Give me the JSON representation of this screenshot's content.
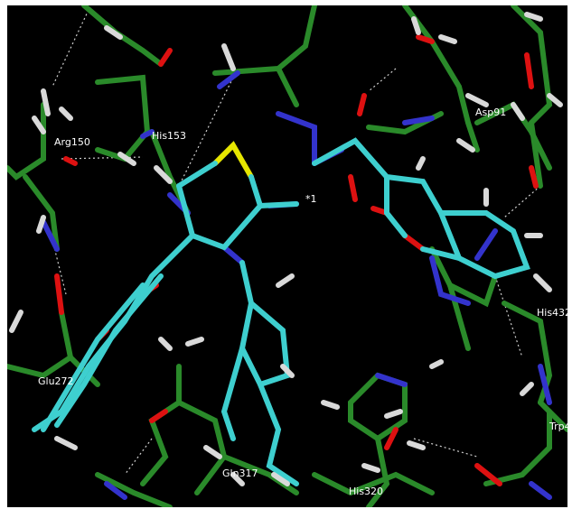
{
  "labels": {
    "arg150": "Arg150",
    "his153": "His153",
    "asp91": "Asp91",
    "star1": "*1",
    "his432": "His432",
    "glu272": "Glu272",
    "gln317": "Gln317",
    "his320": "His320",
    "trp": "Trp4"
  },
  "colors": {
    "background": "#000000",
    "carbon_protein": "#2a8a2a",
    "carbon_ligand": "#3ecfcf",
    "nitrogen": "#3333cc",
    "oxygen": "#dd1111",
    "hydrogen": "#d9d9d9",
    "sulfur": "#e6e600"
  }
}
